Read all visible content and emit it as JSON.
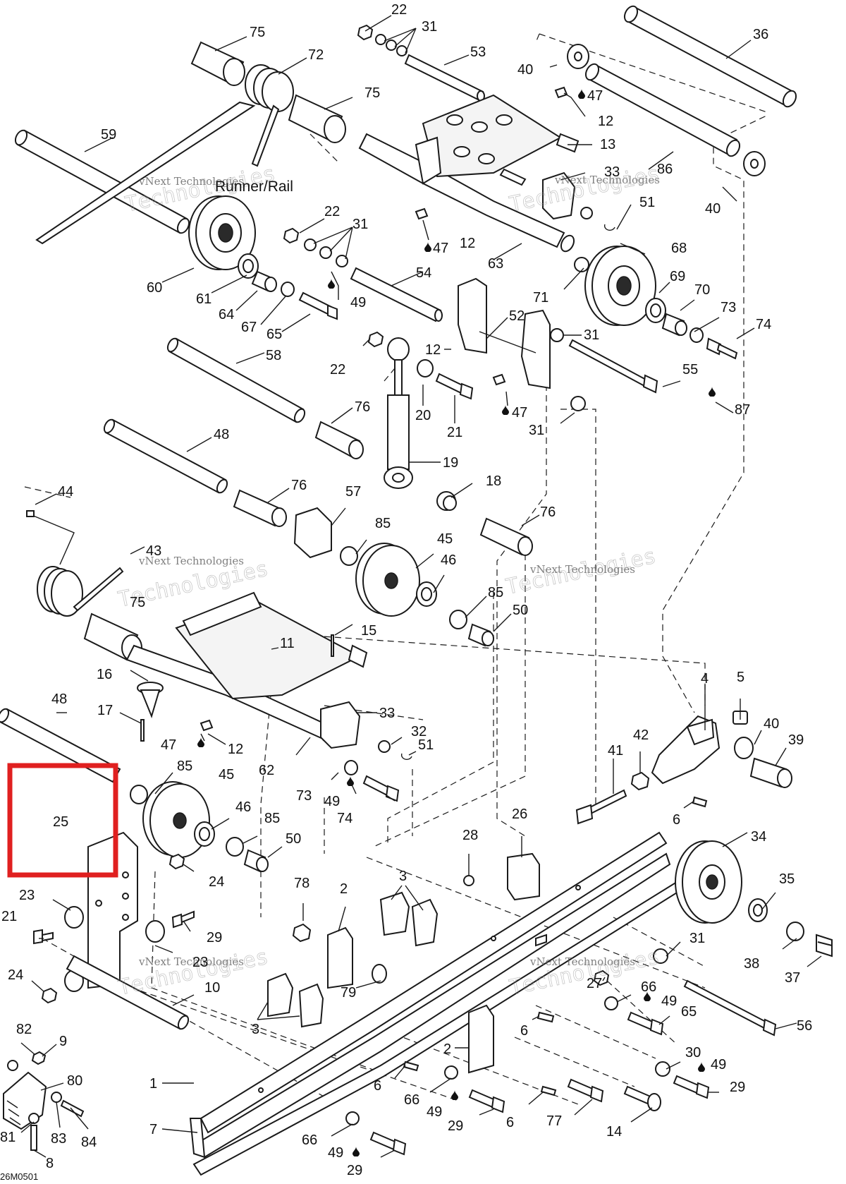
{
  "diagram": {
    "section_label": "Runner/Rail",
    "drawing_code": "26M0501",
    "watermark_lines": [
      "vNext Technologies",
      "Technologies"
    ],
    "highlight_color": "#e02020",
    "highlighted_callout": "25",
    "callouts": {
      "c22a": "22",
      "c31a": "31",
      "c75a": "75",
      "c72": "72",
      "c53": "53",
      "c36": "36",
      "c40a": "40",
      "c47a": "47",
      "c12a": "12",
      "c75b": "75",
      "c13": "13",
      "c59": "59",
      "c33a": "33",
      "c86": "86",
      "c51a": "51",
      "c40b": "40",
      "c22b": "22",
      "c31b": "31",
      "c12b": "12",
      "c47b": "47",
      "c63": "63",
      "c68": "68",
      "c60": "60",
      "c61": "61",
      "c64": "64",
      "c67": "67",
      "c65a": "65",
      "c49a": "49",
      "c54": "54",
      "c71": "71",
      "c69": "69",
      "c70": "70",
      "c73a": "73",
      "c52": "52",
      "c31c": "31",
      "c74a": "74",
      "c58": "58",
      "c22c": "22",
      "c12c": "12",
      "c55": "55",
      "c87": "87",
      "c76a": "76",
      "c20": "20",
      "c21a": "21",
      "c47c": "47",
      "c31d": "31",
      "c48a": "48",
      "c19": "19",
      "c18": "18",
      "c44": "44",
      "c76b": "76",
      "c57": "57",
      "c76c": "76",
      "c85a": "85",
      "c45a": "45",
      "c43": "43",
      "c46a": "46",
      "c75c": "75",
      "c85b": "85",
      "c50a": "50",
      "c15": "15",
      "c11": "11",
      "c16": "16",
      "c4": "4",
      "c5": "5",
      "c33b": "33",
      "c48b": "48",
      "c17": "17",
      "c32": "32",
      "c40c": "40",
      "c39": "39",
      "c47d": "47",
      "c12d": "12",
      "c51b": "51",
      "c42": "42",
      "c41": "41",
      "c62": "62",
      "c85c": "85",
      "c45b": "45",
      "c73b": "73",
      "c49b": "49",
      "c74b": "74",
      "c6a": "6",
      "c25": "25",
      "c46b": "46",
      "c85d": "85",
      "c26": "26",
      "c50b": "50",
      "c28": "28",
      "c34": "34",
      "c24a": "24",
      "c78": "78",
      "c2a": "2",
      "c3a": "3",
      "c35": "35",
      "c23a": "23",
      "c21b": "21",
      "c29a": "29",
      "c23b": "23",
      "c31e": "31",
      "c38": "38",
      "c37": "37",
      "c24b": "24",
      "c10": "10",
      "c79": "79",
      "c27": "27",
      "c66a": "66",
      "c49c": "49",
      "c56": "56",
      "c65b": "65",
      "c3b": "3",
      "c82": "82",
      "c9": "9",
      "c80": "80",
      "c6b": "6",
      "c2b": "2",
      "c1": "1",
      "c30": "30",
      "c49d": "49",
      "c29b": "29",
      "c6c": "6",
      "c66b": "66",
      "c49e": "49",
      "c29c": "29",
      "c6d": "6",
      "c77": "77",
      "c14": "14",
      "c7": "7",
      "c66c": "66",
      "c49f": "49",
      "c29d": "29",
      "c81": "81",
      "c83": "83",
      "c84": "84",
      "c8": "8"
    }
  }
}
